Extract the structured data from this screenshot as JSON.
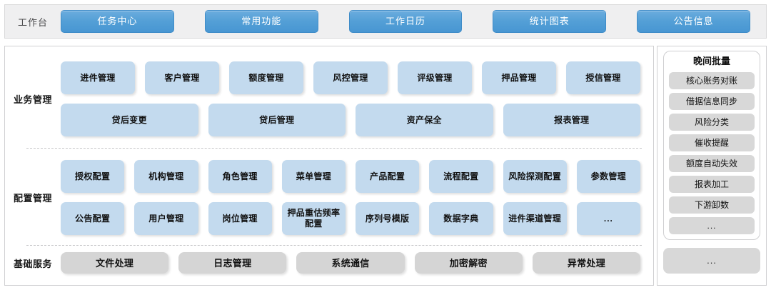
{
  "topbar": {
    "title": "工作台",
    "tabs": [
      {
        "label": "任务中心"
      },
      {
        "label": "常用功能"
      },
      {
        "label": "工作日历"
      },
      {
        "label": "统计图表"
      },
      {
        "label": "公告信息"
      }
    ]
  },
  "sections": [
    {
      "label": "业务管理",
      "rows": [
        [
          {
            "label": "进件管理"
          },
          {
            "label": "客户管理"
          },
          {
            "label": "额度管理"
          },
          {
            "label": "风控管理"
          },
          {
            "label": "评级管理"
          },
          {
            "label": "押品管理"
          },
          {
            "label": "授信管理"
          }
        ],
        [
          {
            "label": "贷后变更"
          },
          {
            "label": "贷后管理"
          },
          {
            "label": "资产保全"
          },
          {
            "label": "报表管理"
          }
        ]
      ]
    },
    {
      "label": "配置管理",
      "rows": [
        [
          {
            "label": "授权配置"
          },
          {
            "label": "机构管理"
          },
          {
            "label": "角色管理"
          },
          {
            "label": "菜单管理"
          },
          {
            "label": "产品配置"
          },
          {
            "label": "流程配置"
          },
          {
            "label": "风险探测配置"
          },
          {
            "label": "参数管理"
          }
        ],
        [
          {
            "label": "公告配置"
          },
          {
            "label": "用户管理"
          },
          {
            "label": "岗位管理"
          },
          {
            "label": "押品重估频率配置"
          },
          {
            "label": "序列号模版"
          },
          {
            "label": "数据字典"
          },
          {
            "label": "进件渠道管理"
          },
          {
            "label": "..."
          }
        ]
      ]
    },
    {
      "label": "基础服务",
      "rows": [
        [
          {
            "label": "文件处理"
          },
          {
            "label": "日志管理"
          },
          {
            "label": "系统通信"
          },
          {
            "label": "加密解密"
          },
          {
            "label": "异常处理"
          }
        ]
      ]
    }
  ],
  "right_panel": {
    "batch_title": "晚间批量",
    "batch_items": [
      {
        "label": "核心账务对账"
      },
      {
        "label": "借据信息同步"
      },
      {
        "label": "风险分类"
      },
      {
        "label": "催收提醒"
      },
      {
        "label": "额度自动失效"
      },
      {
        "label": "报表加工"
      },
      {
        "label": "下游卸数"
      },
      {
        "label": "..."
      }
    ],
    "more_label": "..."
  },
  "colors": {
    "accent_blue": "#4896d2",
    "chip_blue": "#c3daee",
    "chip_grey": "#d5d5d5",
    "topbar_bg": "#efeff0"
  }
}
